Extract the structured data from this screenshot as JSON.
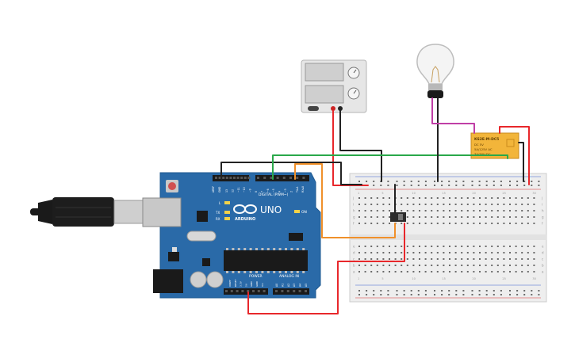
{
  "arduino": {
    "logo": "ARDUINO",
    "model": "UNO",
    "on_label": "ON",
    "digital_label": "DIGITAL (PWM~)",
    "analog_label": "ANALOG IN",
    "power_label": "POWER",
    "tx_label": "TX",
    "rx_label": "RX",
    "l_label": "L",
    "aref_label": "AREF",
    "gnd_label": "GND",
    "digital_pins": [
      "13",
      "12",
      "~11",
      "~10",
      "~9",
      "8",
      "7",
      "~6",
      "~5",
      "4",
      "~3",
      "2",
      "TX▸1",
      "RX◂0"
    ],
    "power_pins": [
      "IOREF",
      "RESET",
      "3.3V",
      "5V",
      "GND",
      "GND",
      "Vin"
    ],
    "analog_pins": [
      "A0",
      "A1",
      "A2",
      "A3",
      "A4",
      "A5"
    ]
  },
  "relay": {
    "model": "KS2E-M-DC5",
    "line1": "DC 5V",
    "line2": "5A/125V AC",
    "line3": "3A/30V DC"
  },
  "breadboard": {
    "row_letters_top": [
      "j",
      "i",
      "h",
      "g",
      "f"
    ],
    "row_letters_bottom": [
      "e",
      "d",
      "c",
      "b",
      "a"
    ],
    "column_numbers": [
      "1",
      "5",
      "10",
      "15",
      "20",
      "25",
      "30"
    ]
  },
  "colors": {
    "board": "#2a6aa8",
    "wire_red": "#e8272b",
    "wire_black": "#222222",
    "wire_green": "#2aa84a",
    "wire_orange": "#f0902a",
    "wire_magenta": "#c03ea6",
    "relay": "#f2b53a"
  }
}
